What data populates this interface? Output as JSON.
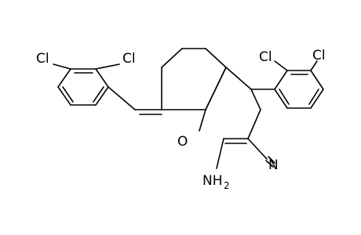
{
  "molecule": {
    "atoms": {
      "cl_left_para": "Cl",
      "cl_left_ortho": "Cl",
      "cl_right_ortho": "Cl",
      "cl_right_para": "Cl",
      "ring_oxygen": "O",
      "nitrile_nitrogen": "N",
      "amino_nh": "NH",
      "amino_subscript": "2"
    }
  }
}
